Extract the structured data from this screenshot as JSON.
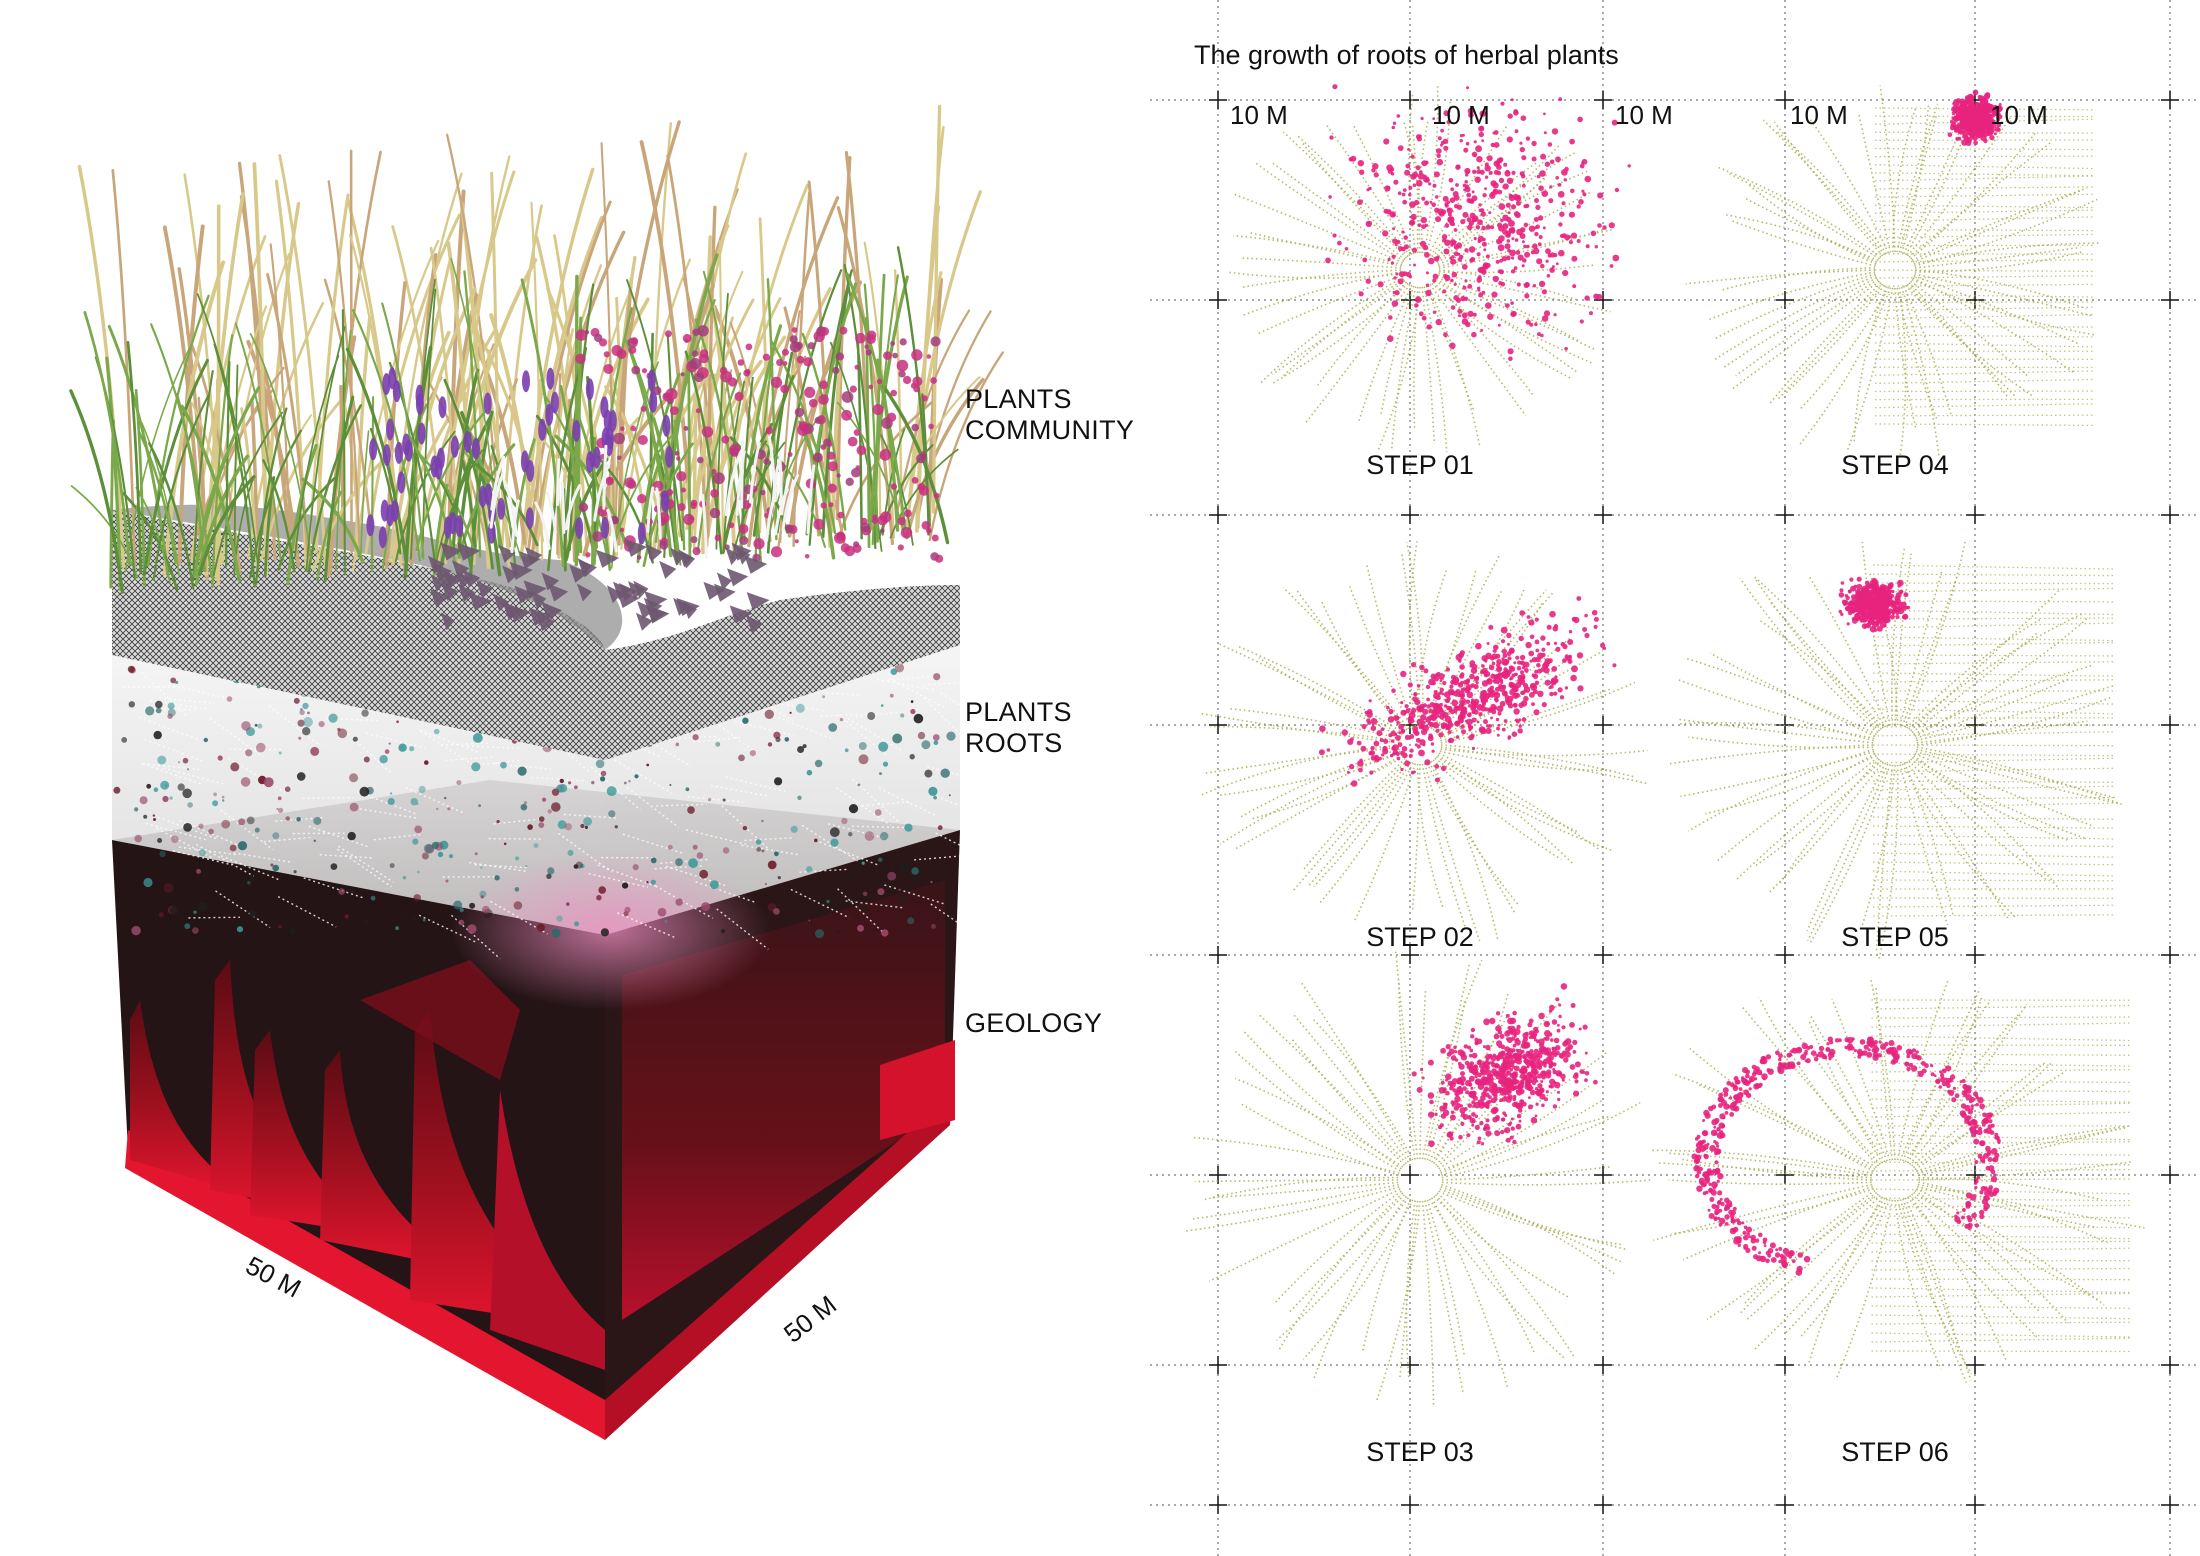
{
  "title": "The growth of roots of herbal plants",
  "layers": {
    "plants_community": [
      "PLANTS",
      "COMMUNITY"
    ],
    "plants_roots": [
      "PLANTS",
      "ROOTS"
    ],
    "geology": "GEOLOGY"
  },
  "block_dimensions": {
    "width": "50 M",
    "depth": "50 M"
  },
  "grid_scale_labels": [
    "10 M",
    "10 M",
    "10 M",
    "10 M",
    "10 M"
  ],
  "steps": [
    {
      "label": "STEP 01",
      "pattern": "scattered-cluster"
    },
    {
      "label": "STEP 02",
      "pattern": "diagonal-spread"
    },
    {
      "label": "STEP 03",
      "pattern": "upper-right-cluster"
    },
    {
      "label": "STEP 04",
      "pattern": "top-corner-cluster"
    },
    {
      "label": "STEP 05",
      "pattern": "compact-cluster"
    },
    {
      "label": "STEP 06",
      "pattern": "ring"
    }
  ],
  "colors": {
    "root_lines": "#a9ad4f",
    "root_tips": "#e8237e",
    "geology_red": "#c8102e",
    "geology_dark": "#241416",
    "mesh": "#3a3a3a",
    "grass_pale": "#d8c98a",
    "grass_green": "#5d8f3a",
    "flower_purple": "#7a3fb0",
    "flower_magenta": "#c8307f",
    "foliage_mauve": "#6e5870"
  }
}
